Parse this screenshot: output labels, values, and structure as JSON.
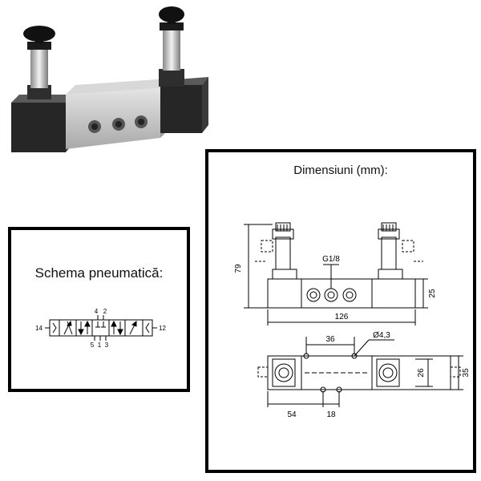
{
  "schema": {
    "title": "Schema pneumatică:",
    "ports": {
      "p4": "4",
      "p2": "2",
      "p5": "5",
      "p1": "1",
      "p3": "3",
      "p14": "14",
      "p12": "12"
    }
  },
  "dimensions": {
    "title": "Dimensiuni (mm):",
    "labels": {
      "height_79": "79",
      "thread": "G1/8",
      "height_25": "25",
      "length_126": "126",
      "spacing_36": "36",
      "hole_dia": "Ø4,3",
      "width_26": "26",
      "width_35": "35",
      "offset_54": "54",
      "spacing_18": "18"
    }
  }
}
